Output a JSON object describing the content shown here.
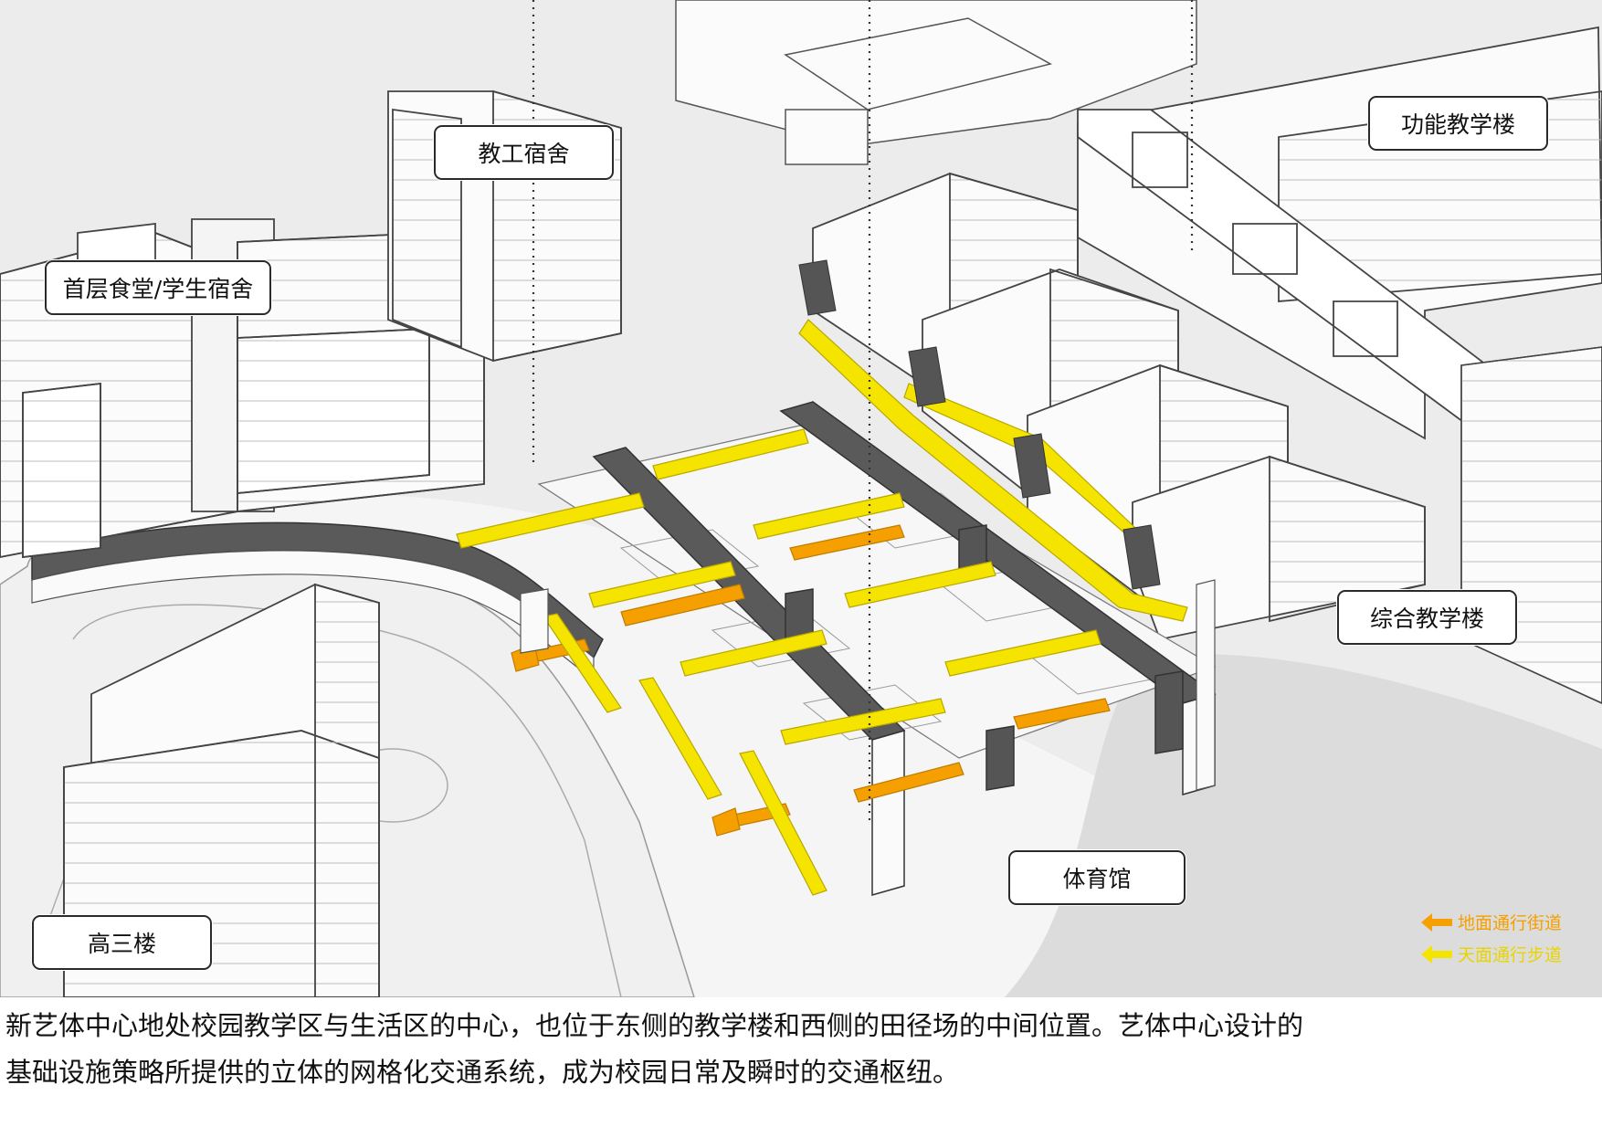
{
  "labels": {
    "faculty_dorm": "教工宿舍",
    "canteen_dorm": "首层食堂/学生宿舍",
    "function_building": "功能教学楼",
    "complex_building": "综合教学楼",
    "gymnasium": "体育馆",
    "senior_building": "高三楼"
  },
  "legend": {
    "ground_street": "地面通行街道",
    "sky_walkway": "天面通行步道"
  },
  "colors": {
    "ground_street": "#f5a000",
    "sky_walkway": "#f5e400",
    "dark_wall": "#555555",
    "outline": "#444444",
    "terrain": "#e6e6e6"
  },
  "caption": {
    "line1": "新艺体中心地处校园教学区与生活区的中心，也位于东侧的教学楼和西侧的田径场的中间位置。艺体中心设计的",
    "line2": "基础设施策略所提供的立体的网格化交通系统，成为校园日常及瞬时的交通枢纽。"
  }
}
